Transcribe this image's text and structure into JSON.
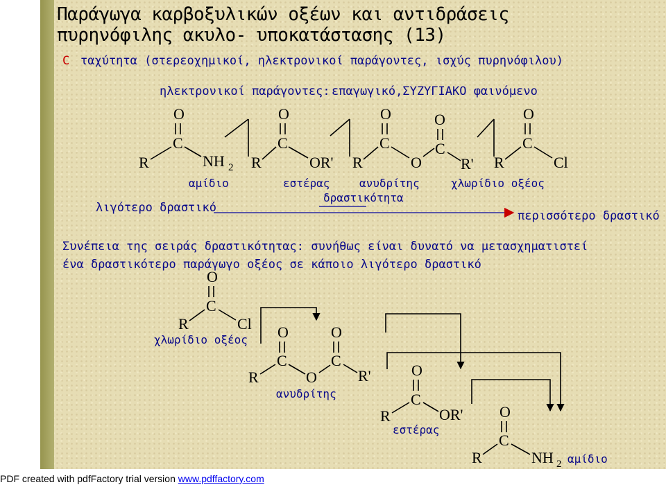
{
  "title": {
    "line1": "Παράγωγα καρβοξυλικών οξέων και αντιδράσεις",
    "line2": "πυρηνόφιλης ακυλο- υποκατάστασης (13)"
  },
  "bullet": {
    "marker": "C",
    "text": "ταχύτητα (στερεοχημικοί, ηλεκτρονικοί παράγοντες, ισχύς πυρηνόφιλου)"
  },
  "electronic": {
    "label": "ηλεκτρονικοί παράγοντες:",
    "text": "επαγωγικό,ΣΥΖΥΓΙΑΚΟ φαινόμενο"
  },
  "atoms": {
    "O": "O",
    "C": "C",
    "R": "R",
    "Rp": "R'",
    "N": "NH",
    "two": "2",
    "ORp": "OR'",
    "Cl": "Cl"
  },
  "compounds": {
    "amide": "αμίδιο",
    "ester": "εστέρας",
    "anhydride": "ανυδρίτης",
    "acid_chloride": "χλωρίδιο οξέος"
  },
  "reactivity": {
    "less": "λιγότερο δραστικό",
    "label": "δραστικότητα",
    "more": "περισσότερο δραστικό"
  },
  "consequence": {
    "line1_a": "Συνέπεια της σειράς δραστικότητας:",
    "line1_b": " συνήθως είναι δυνατό να μετασχηματιστεί",
    "line2": "ένα δραστικότερο παράγωγο οξέος σε κάποιο λιγότερο δραστικό"
  },
  "footer": {
    "text": "PDF created with pdfFactory trial version ",
    "link": "www.pdffactory.com"
  },
  "colors": {
    "background": "#e6ddb4",
    "stripe": "#a4a160",
    "text_blue": "#0a0a8a",
    "bullet_red": "#c80000",
    "arrow": "#2a2aa0"
  }
}
